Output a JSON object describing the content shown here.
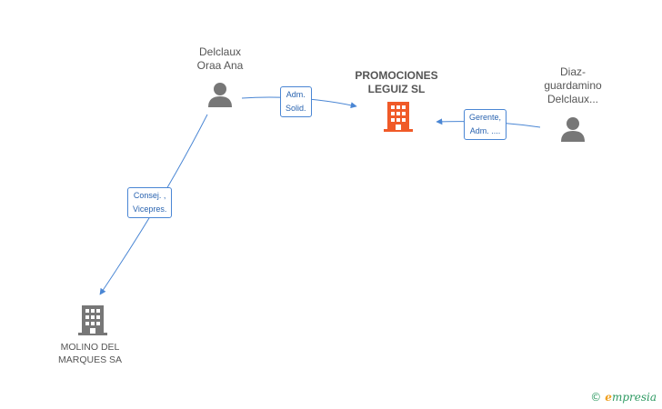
{
  "nodes": {
    "company_main": {
      "line1": "PROMOCIONES",
      "line2": "LEGUIZ SL"
    },
    "company_molino": {
      "line1": "MOLINO DEL",
      "line2": "MARQUES SA"
    },
    "person_delclaux": {
      "line1": "Delclaux",
      "line2": "Oraa Ana"
    },
    "person_diaz": {
      "line1": "Diaz-",
      "line2": "guardamino",
      "line3": "Delclaux..."
    }
  },
  "edges": {
    "adm_solid": {
      "line1": "Adm.",
      "line2": "Solid."
    },
    "gerente": {
      "line1": "Gerente,",
      "line2": "Adm. ...."
    },
    "consej": {
      "line1": "Consej. ,",
      "line2": "Vicepres."
    }
  },
  "brand": {
    "copyright": "©",
    "e_letter": "e",
    "rest": "mpresia"
  },
  "colors": {
    "company_main": "#f05a28",
    "company_other": "#777777",
    "person": "#777777",
    "edge": "#4a86d4"
  }
}
